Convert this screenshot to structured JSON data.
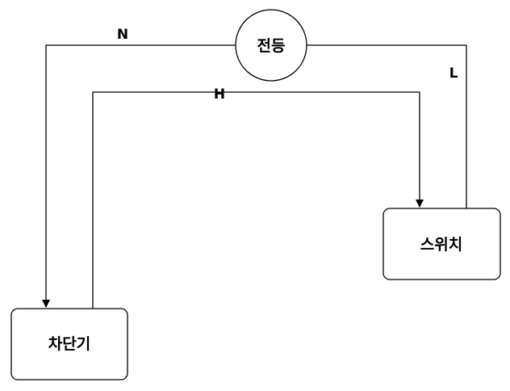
{
  "nodes": {
    "lamp": "전등",
    "breaker": "차단기",
    "switch": "스위치"
  },
  "wires": {
    "neutral": "N",
    "hot": "H",
    "line": "L"
  }
}
